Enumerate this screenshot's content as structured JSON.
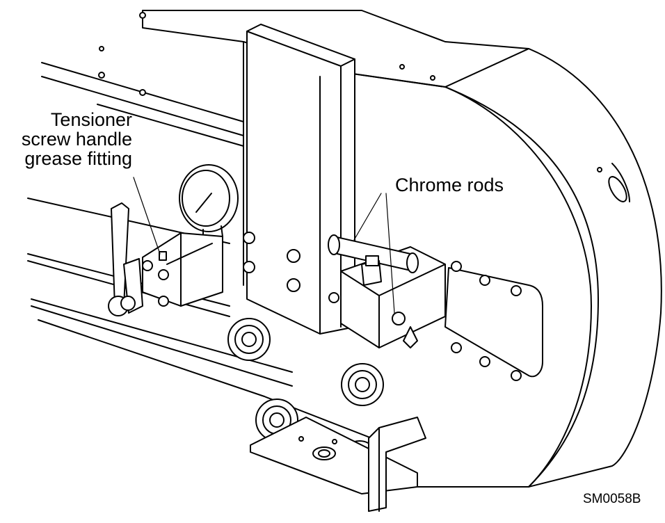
{
  "figure": {
    "callouts": {
      "tensioner": {
        "line1": "Tensioner",
        "line2": "screw handle",
        "line3": "grease fitting"
      },
      "chrome_rods": "Chrome rods"
    },
    "figure_id": "SM0058B"
  }
}
